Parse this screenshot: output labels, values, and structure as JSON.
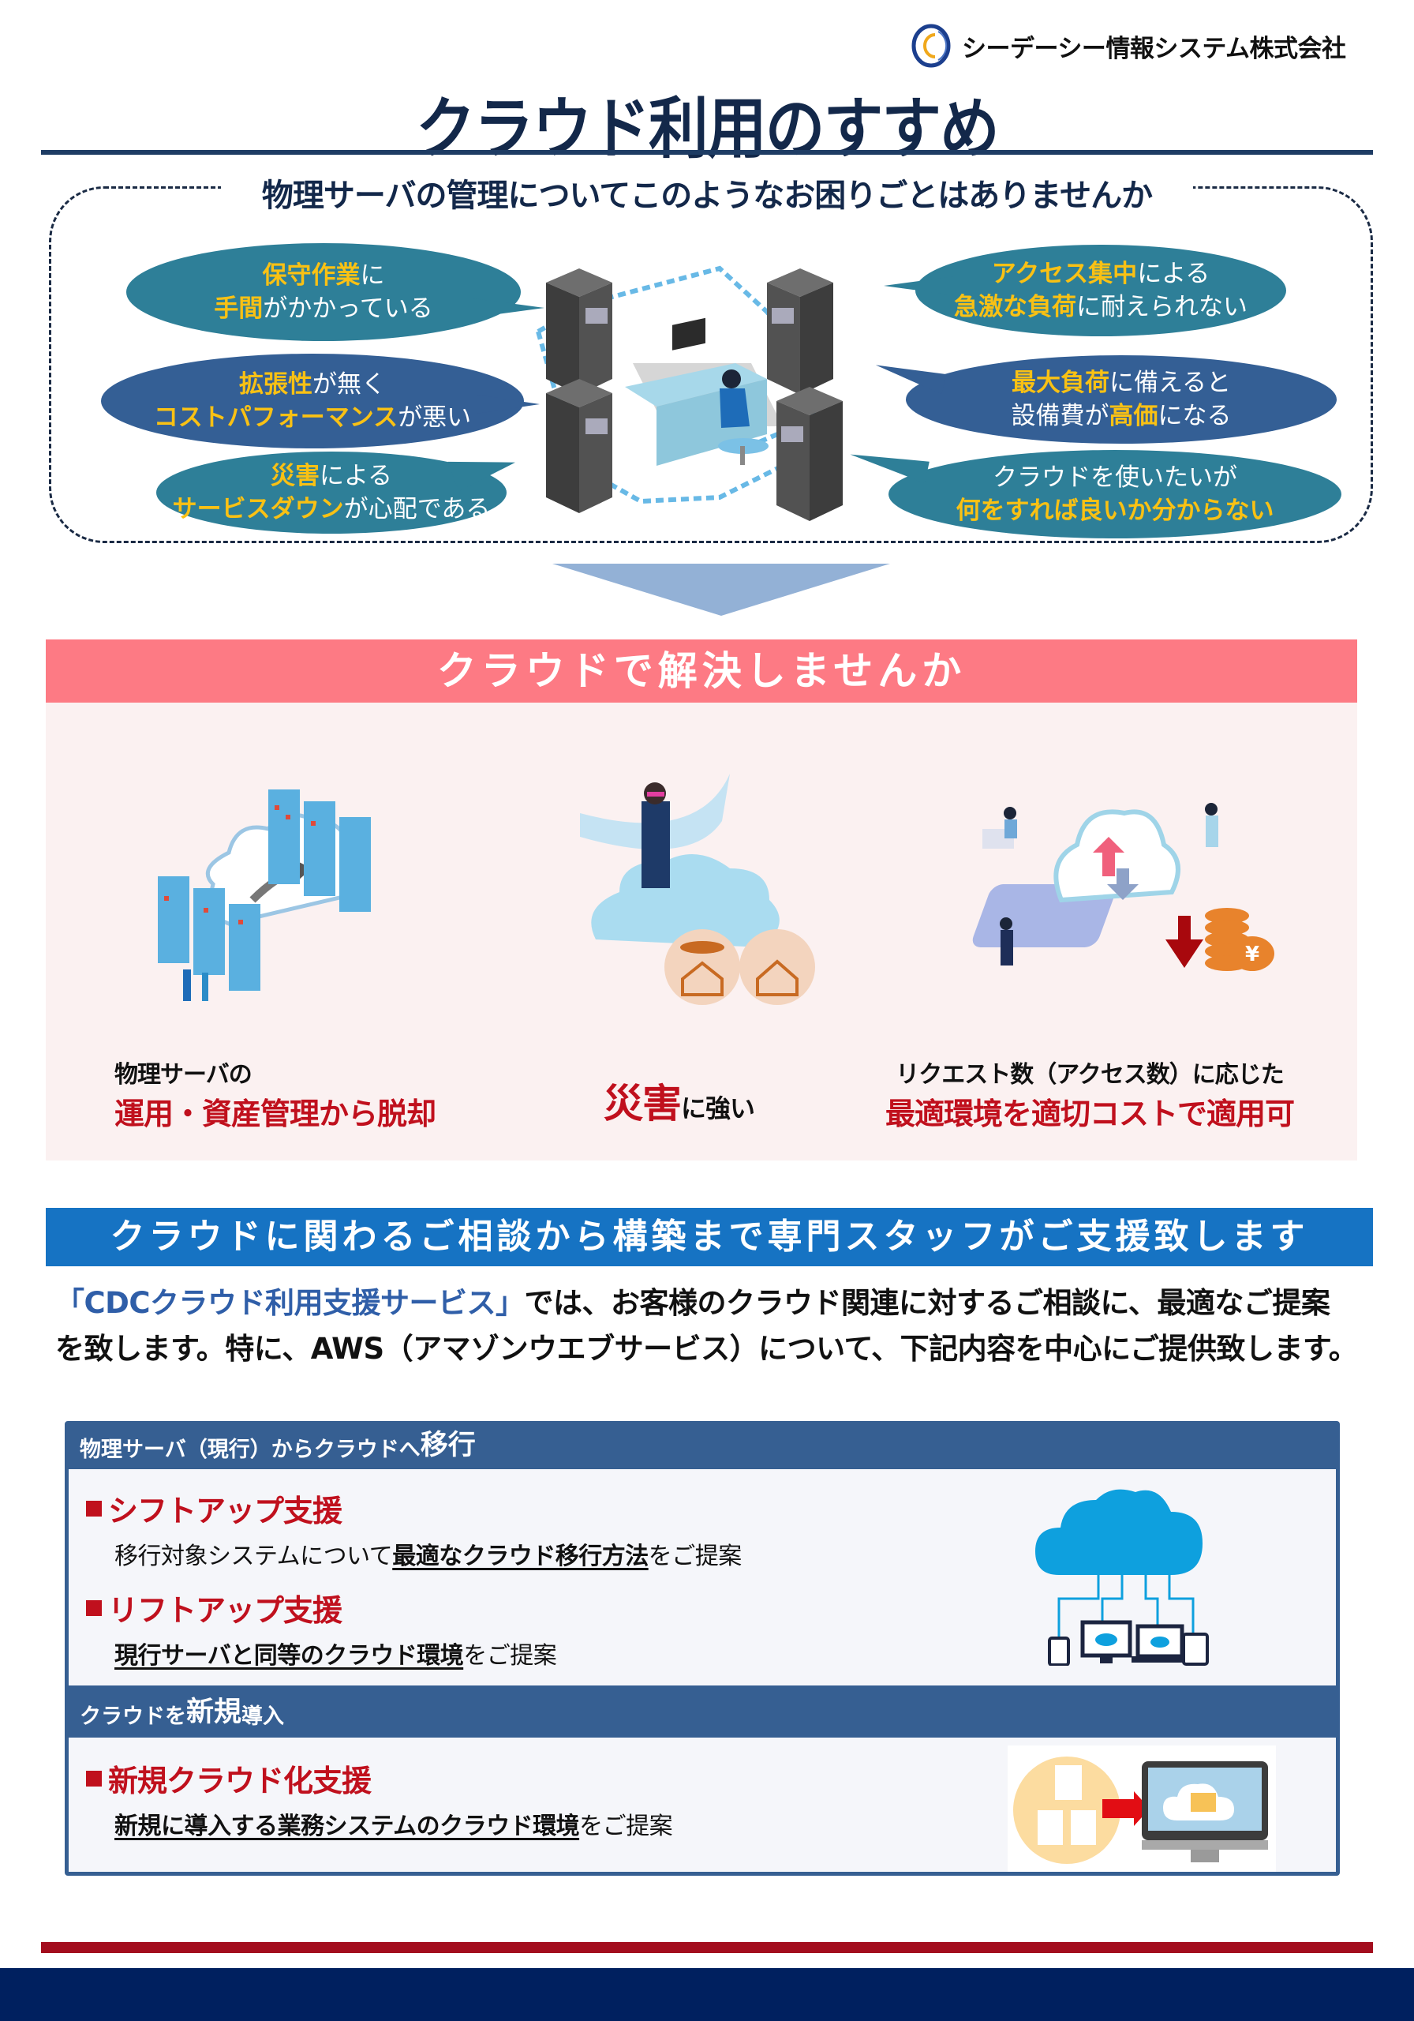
{
  "header": {
    "company_name": "シーデーシー情報システム株式会社",
    "title": "クラウド利用のすすめ"
  },
  "problems": {
    "heading": "物理サーバの管理についてこのようなお困りごとはありませんか",
    "left": [
      {
        "line1_hl": "保守作業",
        "line1_rest": "に",
        "line2_hl": "手間",
        "line2_rest": "がかかっている",
        "color": "#2e7f98"
      },
      {
        "line1_hl": "拡張性",
        "line1_rest": "が無く",
        "line2_hl": "コストパフォーマンス",
        "line2_rest": "が悪い",
        "color": "#345f95"
      },
      {
        "line1_hl": "災害",
        "line1_rest": "による",
        "line2_hl": "サービスダウン",
        "line2_rest": "が心配である",
        "color": "#2e7f98"
      }
    ],
    "right": [
      {
        "line1_hl": "アクセス集中",
        "line1_rest": "による",
        "line2_hl": "急激な負荷",
        "line2_rest": "に耐えられない",
        "color": "#2e7f98"
      },
      {
        "line1_hl": "最大負荷",
        "line1_rest": "に備えると",
        "line2_pre": "設備費が",
        "line2_hl": "高価",
        "line2_rest": "になる",
        "color": "#345f95"
      },
      {
        "line1_plain": "クラウドを使いたいが",
        "line2_hl": "何をすれば良いか分からない",
        "color": "#2e7f98"
      }
    ],
    "illustration": "server-operator-illustration"
  },
  "solution": {
    "banner": "クラウドで解決しませんか",
    "items": [
      {
        "small": "物理サーバの",
        "big": "運用・資産管理から脱却",
        "illustration": "server-migration-to-cloud-illustration"
      },
      {
        "big": "災害",
        "rest": "に強い",
        "illustration": "disaster-resilient-cloud-illustration"
      },
      {
        "small": "リクエスト数（アクセス数）に応じた",
        "big": "最適環境を適切コストで適用可",
        "illustration": "cost-optimized-cloud-illustration"
      }
    ],
    "currency_symbol": "¥"
  },
  "support": {
    "banner": "クラウドに関わるご相談から構築まで専門スタッフがご支援致します",
    "intro_service": "「CDCクラウド利用支援サービス」",
    "intro_line1_rest": "では、お客様のクラウド関連に対するご相談に、最適なご提案",
    "intro_line2": "を致します。特に、AWS（アマゾンウエブサービス）について、下記内容を中心にご提供致します。"
  },
  "services": {
    "section1": {
      "heading_pre": "物理サーバ（現行）からクラウドへ",
      "heading_em": "移行",
      "items": [
        {
          "name": "シフトアップ支援",
          "desc_pre": "移行対象システムについて",
          "desc_u": "最適なクラウド移行方法",
          "desc_post": "をご提案"
        },
        {
          "name": "リフトアップ支援",
          "desc_pre": "",
          "desc_u": "現行サーバと同等のクラウド環境",
          "desc_post": "をご提案"
        }
      ],
      "illustration": "cloud-devices-illustration"
    },
    "section2": {
      "heading_pre": "クラウドを",
      "heading_em": "新規",
      "heading_post": "導入",
      "items": [
        {
          "name": "新規クラウド化支援",
          "desc_pre": "",
          "desc_u": "新規に導入する業務システムのクラウド環境",
          "desc_post": "をご提案"
        }
      ],
      "illustration": "documents-to-cloud-illustration"
    }
  },
  "colors": {
    "title_navy": "#13284a",
    "bubble_teal": "#2e7f98",
    "bubble_navy": "#345f95",
    "highlight_yellow": "#f9c114",
    "solution_pink": "#fd7a84",
    "accent_red": "#c0101d",
    "support_blue": "#1673c3",
    "section_blue": "#365f92",
    "footer_navy": "#00205f",
    "rule_red": "#a30d1e"
  }
}
